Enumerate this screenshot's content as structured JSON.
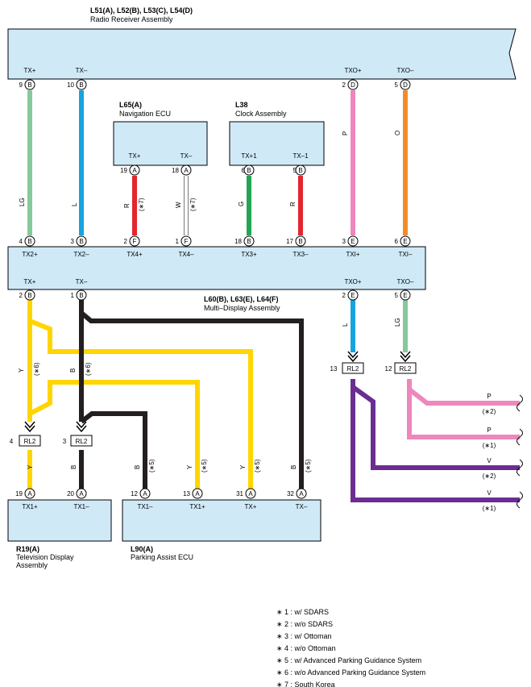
{
  "components": {
    "radio": {
      "ids": "L51(A), L52(B), L53(C), L54(D)",
      "name": "Radio Receiver Assembly"
    },
    "nav": {
      "ids": "L65(A)",
      "name": "Navigation ECU"
    },
    "clock": {
      "ids": "L38",
      "name": "Clock Assembly"
    },
    "mda": {
      "ids": "L60(B), L63(E), L64(F)",
      "name": "Multi–Display Assembly"
    },
    "tv": {
      "ids": "R19(A)",
      "name1": "Television Display",
      "name2": "Assembly"
    },
    "pa": {
      "ids": "L90(A)",
      "name": "Parking Assist ECU"
    }
  },
  "terminals": {
    "radio": [
      {
        "id": "r1",
        "name": "TX+",
        "num": "9",
        "conn": "B"
      },
      {
        "id": "r2",
        "name": "TX–",
        "num": "10",
        "conn": "B"
      },
      {
        "id": "r3",
        "name": "TXO+",
        "num": "2",
        "conn": "D"
      },
      {
        "id": "r4",
        "name": "TXO–",
        "num": "5",
        "conn": "D"
      }
    ],
    "nav": [
      {
        "id": "n1",
        "name": "TX+",
        "num": "19",
        "conn": "A"
      },
      {
        "id": "n2",
        "name": "TX–",
        "num": "18",
        "conn": "A"
      }
    ],
    "clock": [
      {
        "id": "c1",
        "name": "TX+1",
        "num": "6",
        "conn": "B"
      },
      {
        "id": "c2",
        "name": "TX–1",
        "num": "5",
        "conn": "B"
      }
    ],
    "mda_top": [
      {
        "id": "m1",
        "name": "TX2+",
        "num": "4",
        "conn": "B"
      },
      {
        "id": "m2",
        "name": "TX2–",
        "num": "3",
        "conn": "B"
      },
      {
        "id": "m3",
        "name": "TX4+",
        "num": "2",
        "conn": "F"
      },
      {
        "id": "m4",
        "name": "TX4–",
        "num": "1",
        "conn": "F"
      },
      {
        "id": "m5",
        "name": "TX3+",
        "num": "18",
        "conn": "B"
      },
      {
        "id": "m6",
        "name": "TX3–",
        "num": "17",
        "conn": "B"
      },
      {
        "id": "m7",
        "name": "TXI+",
        "num": "3",
        "conn": "E"
      },
      {
        "id": "m8",
        "name": "TXI–",
        "num": "6",
        "conn": "E"
      }
    ],
    "mda_bot": [
      {
        "id": "b1",
        "name": "TX+",
        "num": "2",
        "conn": "B"
      },
      {
        "id": "b2",
        "name": "TX–",
        "num": "1",
        "conn": "B"
      },
      {
        "id": "b3",
        "name": "TXO+",
        "num": "2",
        "conn": "E"
      },
      {
        "id": "b4",
        "name": "TXO–",
        "num": "5",
        "conn": "E"
      }
    ],
    "tv": [
      {
        "id": "t1",
        "name": "TX1+",
        "num": "19",
        "conn": "A"
      },
      {
        "id": "t2",
        "name": "TX1–",
        "num": "20",
        "conn": "A"
      }
    ],
    "pa": [
      {
        "id": "p1",
        "name": "TX1–",
        "num": "12",
        "conn": "A"
      },
      {
        "id": "p2",
        "name": "TX1+",
        "num": "13",
        "conn": "A"
      },
      {
        "id": "p3",
        "name": "TX+",
        "num": "31",
        "conn": "A"
      },
      {
        "id": "p4",
        "name": "TX–",
        "num": "32",
        "conn": "A"
      }
    ]
  },
  "relays": [
    {
      "id": "rl1",
      "num": "4",
      "name": "RL2"
    },
    {
      "id": "rl2",
      "num": "3",
      "name": "RL2"
    },
    {
      "id": "rl3",
      "num": "13",
      "name": "RL2"
    },
    {
      "id": "rl4",
      "num": "12",
      "name": "RL2"
    }
  ],
  "wire_labels": {
    "lg1": "LG",
    "l1": "L",
    "r1": "R",
    "n7a": "(∗7)",
    "w1": "W",
    "n7b": "(∗7)",
    "g1": "G",
    "r2": "R",
    "p1": "P",
    "o1": "O",
    "y1": "Y",
    "n6a": "(∗6)",
    "b1": "B",
    "n6b": "(∗6)",
    "l2": "L",
    "lg2": "LG",
    "y2": "Y",
    "b2": "B",
    "b3": "B",
    "n5a": "(∗5)",
    "y3": "Y",
    "n5b": "(∗5)",
    "y4": "Y",
    "n5c": "(∗5)",
    "b4": "B",
    "n5d": "(∗5)",
    "pa_": "P",
    "n2a": "(∗2)",
    "pb": "P",
    "n1a": "(∗1)",
    "va": "V",
    "n2b": "(∗2)",
    "vb": "V",
    "n1b": "(∗1)"
  },
  "notes": [
    "∗ 1 : w/ SDARS",
    "∗ 2 : w/o SDARS",
    "∗ 3 : w/ Ottoman",
    "∗ 4 : w/o Ottoman",
    "∗ 5 : w/ Advanced Parking Guidance System",
    "∗ 6 : w/o Advanced Parking Guidance System",
    "∗ 7 : South Korea"
  ],
  "colors": {
    "box_fill": "#cfe9f7",
    "green_lt": "#86c99b",
    "blue": "#17a3e0",
    "pink": "#ee87bd",
    "orange": "#f28c28",
    "red": "#e3262e",
    "green": "#23a552",
    "yellow": "#ffd500",
    "black": "#231f20",
    "purple": "#6b2d91"
  }
}
